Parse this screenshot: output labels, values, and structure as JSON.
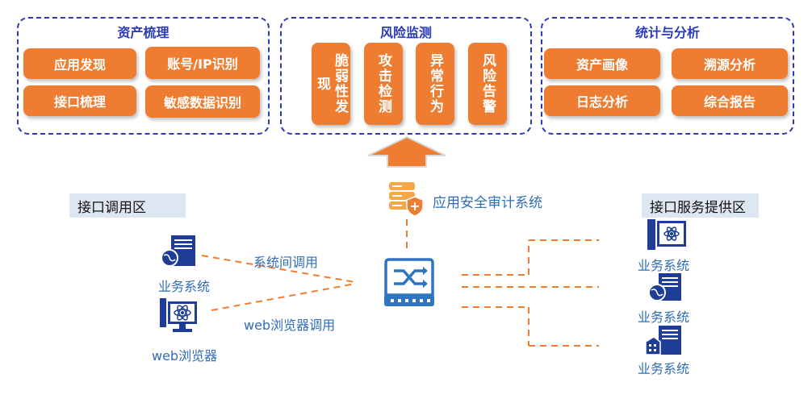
{
  "groups": {
    "asset": {
      "title": "资产梳理",
      "items": [
        "应用发现",
        "账号/IP识别",
        "接口梳理",
        "敏感数据识别"
      ]
    },
    "risk": {
      "title": "风险监测",
      "items": [
        "脆弱性发现",
        "攻击检测",
        "异常行为",
        "风险告警"
      ]
    },
    "stats": {
      "title": "统计与分析",
      "items": [
        "资产画像",
        "溯源分析",
        "日志分析",
        "综合报告"
      ]
    }
  },
  "audit_system": {
    "label": "应用安全审计系统",
    "icon": "server-shield-icon"
  },
  "zones": {
    "call_zone": "接口调用区",
    "service_zone": "接口服务提供区"
  },
  "left_clients": [
    {
      "label": "业务系统",
      "icon": "server-globe-icon"
    },
    {
      "label": "web浏览器",
      "icon": "monitor-atom-icon"
    }
  ],
  "edge_labels": {
    "system_call": "系统间调用",
    "browser_call": "web浏览器调用"
  },
  "right_services": [
    {
      "label": "业务系统",
      "icon": "server-monitor-atom-icon"
    },
    {
      "label": "业务系统",
      "icon": "server-globe-icon"
    },
    {
      "label": "业务系统",
      "icon": "building-server-icon"
    }
  ],
  "center_device": {
    "icon": "switch-shuffle-icon"
  },
  "colors": {
    "group_border": "#2a3bb5",
    "pill": "#ef7d31",
    "icon_blue": "#1f3c97",
    "text_blue": "#2f6db5",
    "dashed_line": "#ef7d31",
    "zone_bg": "#dde6f1",
    "arrow": "#ef7d31"
  }
}
